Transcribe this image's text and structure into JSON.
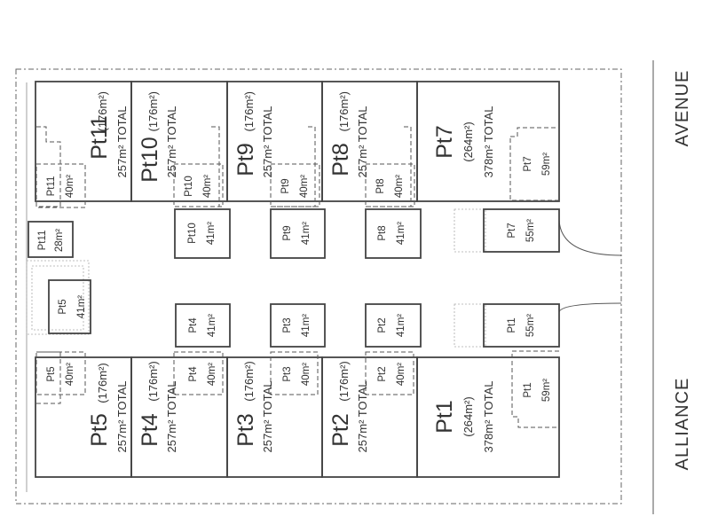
{
  "street": "AVENUE",
  "street_prefix": "ALLIANCE",
  "lots_top": [
    {
      "id": "pt11",
      "name": "Pt11",
      "area": "(176m²)",
      "total": "257m² TOTAL",
      "rear": "Pt11",
      "rear_area": "40m²",
      "park": "Pt11",
      "park_area": "28m²"
    },
    {
      "id": "pt10",
      "name": "Pt10",
      "area": "(176m²)",
      "total": "257m² TOTAL",
      "rear": "Pt10",
      "rear_area": "40m²",
      "park": "Pt10",
      "park_area": "41m²"
    },
    {
      "id": "pt9",
      "name": "Pt9",
      "area": "(176m²)",
      "total": "257m² TOTAL",
      "rear": "Pt9",
      "rear_area": "40m²",
      "park": "Pt9",
      "park_area": "41m²"
    },
    {
      "id": "pt8",
      "name": "Pt8",
      "area": "(176m²)",
      "total": "257m² TOTAL",
      "rear": "Pt8",
      "rear_area": "40m²",
      "park": "Pt8",
      "park_area": "41m²"
    },
    {
      "id": "pt7",
      "name": "Pt7",
      "area": "(264m²)",
      "total": "378m² TOTAL",
      "rear": "Pt7",
      "rear_area": "59m²",
      "park": "Pt7",
      "park_area": "55m²"
    }
  ],
  "lots_bottom": [
    {
      "id": "pt5",
      "name": "Pt5",
      "area": "(176m²)",
      "total": "257m² TOTAL",
      "rear": "Pt5",
      "rear_area": "40m²",
      "park": "Pt5",
      "park_area": "41m²"
    },
    {
      "id": "pt4",
      "name": "Pt4",
      "area": "(176m²)",
      "total": "257m² TOTAL",
      "rear": "Pt4",
      "rear_area": "40m²",
      "park": "Pt4",
      "park_area": "41m²"
    },
    {
      "id": "pt3",
      "name": "Pt3",
      "area": "(176m²)",
      "total": "257m² TOTAL",
      "rear": "Pt3",
      "rear_area": "40m²",
      "park": "Pt3",
      "park_area": "41m²"
    },
    {
      "id": "pt2",
      "name": "Pt2",
      "area": "(176m²)",
      "total": "257m² TOTAL",
      "rear": "Pt2",
      "rear_area": "40m²",
      "park": "Pt2",
      "park_area": "41m²"
    },
    {
      "id": "pt1",
      "name": "Pt1",
      "area": "(264m²)",
      "total": "378m² TOTAL",
      "rear": "Pt1",
      "rear_area": "59m²",
      "park": "Pt1",
      "park_area": "55m²"
    }
  ]
}
